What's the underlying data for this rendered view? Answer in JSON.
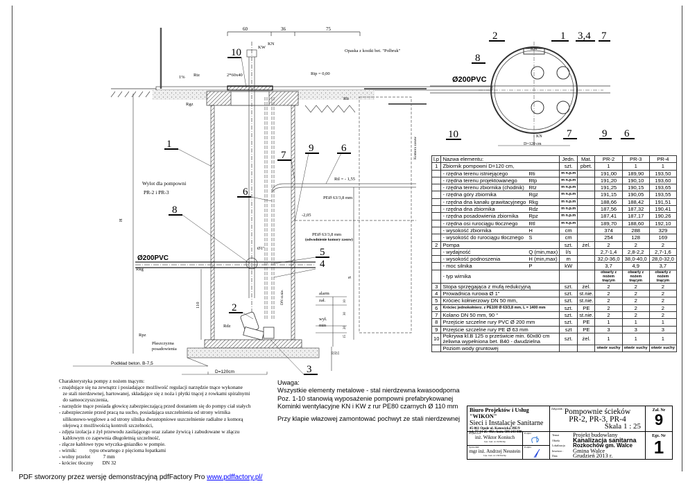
{
  "drawing": {
    "dims_top": [
      "60",
      "36",
      "75"
    ],
    "callouts_section": [
      "10",
      "1",
      "7",
      "9",
      "6",
      "6",
      "8",
      "5",
      "4",
      "2",
      "3"
    ],
    "callouts_plan": [
      "2",
      "1",
      "3,4",
      "7",
      "8",
      "10",
      "7",
      "9",
      "6"
    ],
    "labels": {
      "kw": "KW",
      "kn": "KN",
      "opaska": "Opaska z kostki bet. \"Polbruk\"",
      "rtz": "Rtz",
      "rtp": "Rtp = 0,00",
      "hatch": "2*60x40",
      "slope": "1%",
      "rgz": "Rgz",
      "rti": "Rti",
      "komora": "Komora zasuw",
      "wylot_1": "Wylot dla pompowni",
      "wylot_2": "PR-2 i  PR-3",
      "rtl": "Rtl = - 1,55",
      "pe_63": "PEØ 63/3,8 mm",
      "minus205": "-2,05",
      "pe_63b": "PEØ 63/3,8 mm",
      "odwodnienie": "(odwodnienie komory zasuw)",
      "o1": "Ø1\"",
      "pvc_section": "Ø200PVC",
      "rkg": "Rkg",
      "h": "H",
      "s": "S",
      "dn": "DN st.nie.",
      "alarm": "alarm",
      "zal": "zał.",
      "wyl": "wył.",
      "min": "min",
      "d110": "110",
      "rdz": "Rdz",
      "rpz": "Rpz",
      "plaszczyzna_1": "Płaszczyzna",
      "plaszczyzna_2": "posadowienia",
      "podklad": "Podkład beton. B-7,5",
      "d120": "D=120cm",
      "lvl_dims": [
        "10",
        "30",
        "20",
        "15",
        "10",
        "10",
        "15"
      ],
      "plan_kw": "KW",
      "plan_kn": "KN",
      "plan_pvc": "Ø200PVC",
      "plan_d": "D=120 cm"
    }
  },
  "table": {
    "headers": [
      "l.p",
      "Nazwa elementu:",
      "Jedn.",
      "Mat.",
      "PR-2",
      "PR-3",
      "PR-4"
    ],
    "rows": [
      {
        "lp": "1",
        "name": "Zbiornik pompowni D=120 cm,",
        "sym": "",
        "unit": "szt.",
        "mat": "pbet.",
        "v": [
          "1",
          "1",
          "1"
        ]
      },
      {
        "lp": "",
        "name": "- rzędna terenu istniejącego",
        "sym": "Rti",
        "unit": "m n.p.m",
        "mat": "",
        "v": [
          "191,00",
          "189,90",
          "193,50"
        ]
      },
      {
        "lp": "",
        "name": "- rzędna terenu projektowanego",
        "sym": "Rtp",
        "unit": "m n.p.m",
        "mat": "",
        "v": [
          "191,20",
          "190,10",
          "193,60"
        ]
      },
      {
        "lp": "",
        "name": "- rzędna terenu zbiornika (chodnik)",
        "sym": "Rtz",
        "unit": "m n.p.m",
        "mat": "",
        "v": [
          "191,25",
          "190,15",
          "193,65"
        ]
      },
      {
        "lp": "",
        "name": "- rzędna góry zbiornika",
        "sym": "Rgz",
        "unit": "m n.p.m",
        "mat": "",
        "v": [
          "191,15",
          "190,05",
          "193,55"
        ]
      },
      {
        "lp": "",
        "name": "- rzędna dna kanału grawitacyjnego",
        "sym": "Rkg",
        "unit": "m n.p.m",
        "mat": "",
        "v": [
          "188,66",
          "188,42",
          "191,51"
        ]
      },
      {
        "lp": "",
        "name": "- rzędna dna zbiornika",
        "sym": "Rdz",
        "unit": "m n.p.m",
        "mat": "",
        "v": [
          "187,56",
          "187,32",
          "190,41"
        ]
      },
      {
        "lp": "",
        "name": "- rzędna posadowienia zbiornika",
        "sym": "Rpz",
        "unit": "m n.p.m",
        "mat": "",
        "v": [
          "187,41",
          "187,17",
          "190,26"
        ]
      },
      {
        "lp": "",
        "name": "- rzędna osi rurociągu tłocznego",
        "sym": "Rtl",
        "unit": "m n.p.m",
        "mat": "",
        "v": [
          "189,70",
          "188,60",
          "192,10"
        ]
      },
      {
        "lp": "",
        "name": "- wysokość zbiornika",
        "sym": "H",
        "unit": "cm",
        "mat": "",
        "v": [
          "374",
          "288",
          "329"
        ]
      },
      {
        "lp": "",
        "name": "- wysokość do rurociągu tłocznego",
        "sym": "S",
        "unit": "cm",
        "mat": "",
        "v": [
          "254",
          "128",
          "169"
        ]
      },
      {
        "lp": "2",
        "name": "Pompa",
        "sym": "",
        "unit": "szt.",
        "mat": "żel.",
        "v": [
          "2",
          "2",
          "2"
        ]
      },
      {
        "lp": "",
        "name": "- wydajność",
        "sym": "Q (min,max)",
        "unit": "l/s",
        "mat": "",
        "v": [
          "2,7-1,4",
          "2,8-2,2",
          "2,7-1,6"
        ]
      },
      {
        "lp": "",
        "name": "- wysokość podnoszenia",
        "sym": "H (min,max)",
        "unit": "m",
        "mat": "",
        "v": [
          "32,0-36,0",
          "38,0-40,0",
          "28,0-32,0"
        ]
      },
      {
        "lp": "",
        "name": "- moc silnika",
        "sym": "P",
        "unit": "kW",
        "mat": "",
        "v": [
          "3,7",
          "4,9",
          "3,7"
        ]
      },
      {
        "lp": "",
        "name": "- typ wirnika",
        "sym": "",
        "unit": "",
        "mat": "",
        "v": [
          "otwarty z nożem tnącym",
          "otwarty z nożem tnącym",
          "otwarty z nożem tnącym"
        ],
        "tiny": true
      },
      {
        "lp": "3",
        "name": "Stopa sprzęgająca  z mufą redukcyjną",
        "sym": "",
        "unit": "szt.",
        "mat": "żel.",
        "v": [
          "2",
          "2",
          "2"
        ]
      },
      {
        "lp": "4",
        "name": "Prowadnica rurowa Ø 1\"",
        "sym": "",
        "unit": "szt.",
        "mat": "st.nie.",
        "v": [
          "2",
          "2",
          "2"
        ]
      },
      {
        "lp": "5",
        "name": "Króciec kołnierzowy DN 50 mm,",
        "sym": "",
        "unit": "szt.",
        "mat": "st.nie.",
        "v": [
          "2",
          "2",
          "2"
        ]
      },
      {
        "lp": "6",
        "name": "Króciec jednokołnierz. z PE100 Ø 63/3,8 mm, L = 1400 mm",
        "sym": "",
        "unit": "szt.",
        "mat": "PE",
        "v": [
          "2",
          "2",
          "2"
        ],
        "condensed": true
      },
      {
        "lp": "7",
        "name": "Kolano  DN 50 mm,  90 °",
        "sym": "",
        "unit": "szt.",
        "mat": "st.nie.",
        "v": [
          "2",
          "2",
          "2"
        ]
      },
      {
        "lp": "8",
        "name": "Przejście szczelne rury PVC Ø 200 mm",
        "sym": "",
        "unit": "szt.",
        "mat": "PE",
        "v": [
          "1",
          "1",
          "1"
        ]
      },
      {
        "lp": "9",
        "name": "Przejście szczelne rury  PE Ø 63 mm",
        "sym": "",
        "unit": "szt",
        "mat": "PE",
        "v": [
          "3",
          "3",
          "3"
        ]
      },
      {
        "lp": "10",
        "name": "Pokrywa kl.B 125 o prześwicie min. 60x80 cm\nżeliwna wypełniona bet. B40 - dwudzielna",
        "sym": "",
        "unit": "szt.",
        "mat": "żel.",
        "v": [
          "1",
          "1",
          "1"
        ],
        "double": true
      },
      {
        "lp": "",
        "name": "Poziom wody gruntowej",
        "sym": "",
        "unit": "",
        "mat": "",
        "v": [
          "otwór suchy",
          "otwór suchy",
          "otwór suchy"
        ],
        "small": true
      }
    ]
  },
  "notes": {
    "text": "Charakterystyka pompy z nożem tnącym:\n- znajdujące się na zewnątrz i posiadające możliwość regulacji narzędzie tnące wykonane\n   ze stali nierdzewnej, hartowanej, składające się z noża i płytki tnącej z rowkami spiralnymi\n   do samooczyszczenia,\n- narzędzie tnące posiada głowicę zabezpieczającą przed dostaniem się do pompy ciał stałych\n- zabezpieczenie przed pracą na sucho, posiadająca uszczelnienia od strony wirnika\n   silikonowo-węglowe a od strony silnika dwustopniowe uszczelnienie radialne z komorą\n   olejową z możliwością kontroli szczelności,\n- zdjęta izolacja z żył przewodu zasilającego oraz zalane żywicą i zabudowane w złączu\n   kablowym co zapewnia długoletnią szczelność,\n- złącze kablowe typu wtyczka-gniazdko w pompie.\n- wirnik:          typu otwartego z pięcioma łopatkami\n- wolny przelot          7 mm\n- króciec tłoczny       DN 32"
  },
  "uwaga": {
    "title": "Uwaga:",
    "lines": [
      "Wszystkie elementy metalowe - stal nierdzewna kwasoodporna",
      "Poz. 1-10 stanowią wyposażenie pompowni prefabrykowanej",
      "Kominki wentylacyjne KN i KW z rur PE80 czarnych Ø 110 mm",
      "Przy klapie włazowej zamontować pochwyt ze stali nierdzewnej"
    ]
  },
  "title_block": {
    "company_1": "Biuro Projektów i Usług  \"WIKON\"",
    "company_2": "Sieci i Instalacje Sanitarne",
    "address": "45-061 Opole ul. Katowicka 39E/9",
    "phone": "tel.  77  44-25-492 ,     kom.  506 243 888",
    "zalacznik_label": "Załącznik :",
    "title_1": "Pompownie ścieków",
    "title_2": "PR-2,  PR-3,  PR-4",
    "scale": "Skala 1 : 25",
    "zal_label": "Zał. Nr",
    "zal_value": "9",
    "projektowal_label": "Projektował:",
    "projektowal": "inż. Wiktor Koniuch",
    "projektowal_upr": "Upr. bud. nr 19/86/Op",
    "sprawdzil_label": "Sprawdził:",
    "sprawdzil": "mgr inż. Andrzej Neustein",
    "sprawdzil_upr": "Upr. bud. nr 130/84/Op",
    "podpis_label": "Podpis:",
    "temat_label": "Temat",
    "temat": "Projekt budowlany",
    "obiekt_label": "Obiekt",
    "obiekt": "Kanalizacja sanitarna",
    "lokalizacja_label": "Lokalizacja",
    "lokalizacja": "Rozkochów gm. Walce",
    "inwestor_label": "Inwestor :",
    "inwestor": "Gmina Walce",
    "data_label": "Data",
    "data": "Grudzień 2013 r.",
    "egz_label": "Egz. Nr",
    "egz_value": "1"
  },
  "footer": {
    "text": "PDF stworzony przez wersję demonstracyjną pdfFactory Pro ",
    "link": "www.pdffactory.pl/"
  }
}
